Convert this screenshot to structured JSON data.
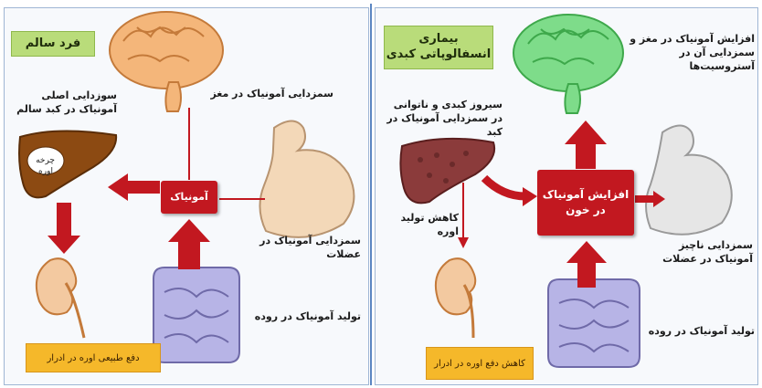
{
  "left": {
    "title": "فرد سالم",
    "liver_label": "سوزدایی اصلی آمونیاک در کبد سالم",
    "liver_inner": "چرخه اوره",
    "brain_label": "سمزدایی آمونیاک در مغز",
    "center": "آمونیاک",
    "muscle_label": "سمزدایی آمونیاک در عضلات",
    "intestine_label": "تولید آمونیاک در روده",
    "urine_box": "دفع طبیعی اوره در ادرار"
  },
  "right": {
    "title": "بیماری انسفالوپاتی کبدی",
    "brain_label": "افزایش آمونیاک در مغز و سمزدایی آن در آستروسیت‌ها",
    "liver_label": "سیروز کبدی و ناتوانی در سمزدایی آمونیاک در کبد",
    "urea_label": "کاهش تولید اوره",
    "center": "افزایش آمونیاک در خون",
    "muscle_label": "سمزدایی ناچیز آمونیاک در عضلات",
    "intestine_label": "تولید آمونیاک در روده",
    "urine_box": "کاهش دفع اوره در ادرار"
  },
  "colors": {
    "arrow_red": "#c21820",
    "green_box": "#b9dc7a",
    "yellow_box": "#f5b82a",
    "brain_orange": "#f4b67a",
    "brain_green": "#7edc8a",
    "liver_brown": "#8c4a12",
    "liver_cirrhotic": "#8b3b3b",
    "intestine": "#b7b4e6",
    "muscle_skin": "#f3d8b8",
    "muscle_gray": "#e6e6e6"
  },
  "icons": [
    "brain-icon",
    "liver-icon",
    "kidney-icon",
    "muscle-arm-icon",
    "intestine-icon"
  ]
}
